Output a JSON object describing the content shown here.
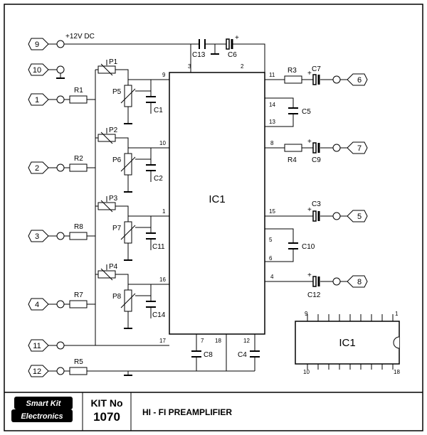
{
  "supply_label": "+12V DC",
  "ic": {
    "name": "IC1",
    "pins_top": [
      "3",
      "2"
    ],
    "pins_left": [
      "9",
      "10",
      "1",
      "16",
      "17"
    ],
    "pins_right": [
      "11",
      "14",
      "13",
      "8",
      "15",
      "5",
      "6",
      "4"
    ],
    "pins_bottom": [
      "7",
      "18",
      "12"
    ]
  },
  "pinout": {
    "name": "IC1",
    "pin_top_left": "9",
    "pin_top_right": "1",
    "pin_bottom_left": "10",
    "pin_bottom_right": "18"
  },
  "components": {
    "r1": "R1",
    "r2": "R2",
    "r8": "R8",
    "r7": "R7",
    "r5": "R5",
    "r3": "R3",
    "r4": "R4",
    "p1": "P1",
    "p2": "P2",
    "p3": "P3",
    "p4": "P4",
    "p5": "P5",
    "p6": "P6",
    "p7": "P7",
    "p8": "P8",
    "c1": "C1",
    "c2": "C2",
    "c11": "C11",
    "c14": "C14",
    "c13": "C13",
    "c6": "C6",
    "c7": "C7",
    "c5": "C5",
    "c9": "C9",
    "c3": "C3",
    "c10": "C10",
    "c12": "C12",
    "c8": "C8",
    "c4": "C4"
  },
  "terminals": {
    "t9": "9",
    "t10": "10",
    "t1": "1",
    "t2": "2",
    "t3": "3",
    "t4": "4",
    "t11": "11",
    "t12": "12",
    "t6": "6",
    "t7": "7",
    "t5": "5",
    "t8": "8"
  },
  "plus": "+",
  "footer": {
    "brand_line1": "Smart Kit",
    "brand_line2": "Electronics",
    "kit_label": "KIT No",
    "kit_number": "1070",
    "title": "HI - FI PREAMPLIFIER"
  }
}
